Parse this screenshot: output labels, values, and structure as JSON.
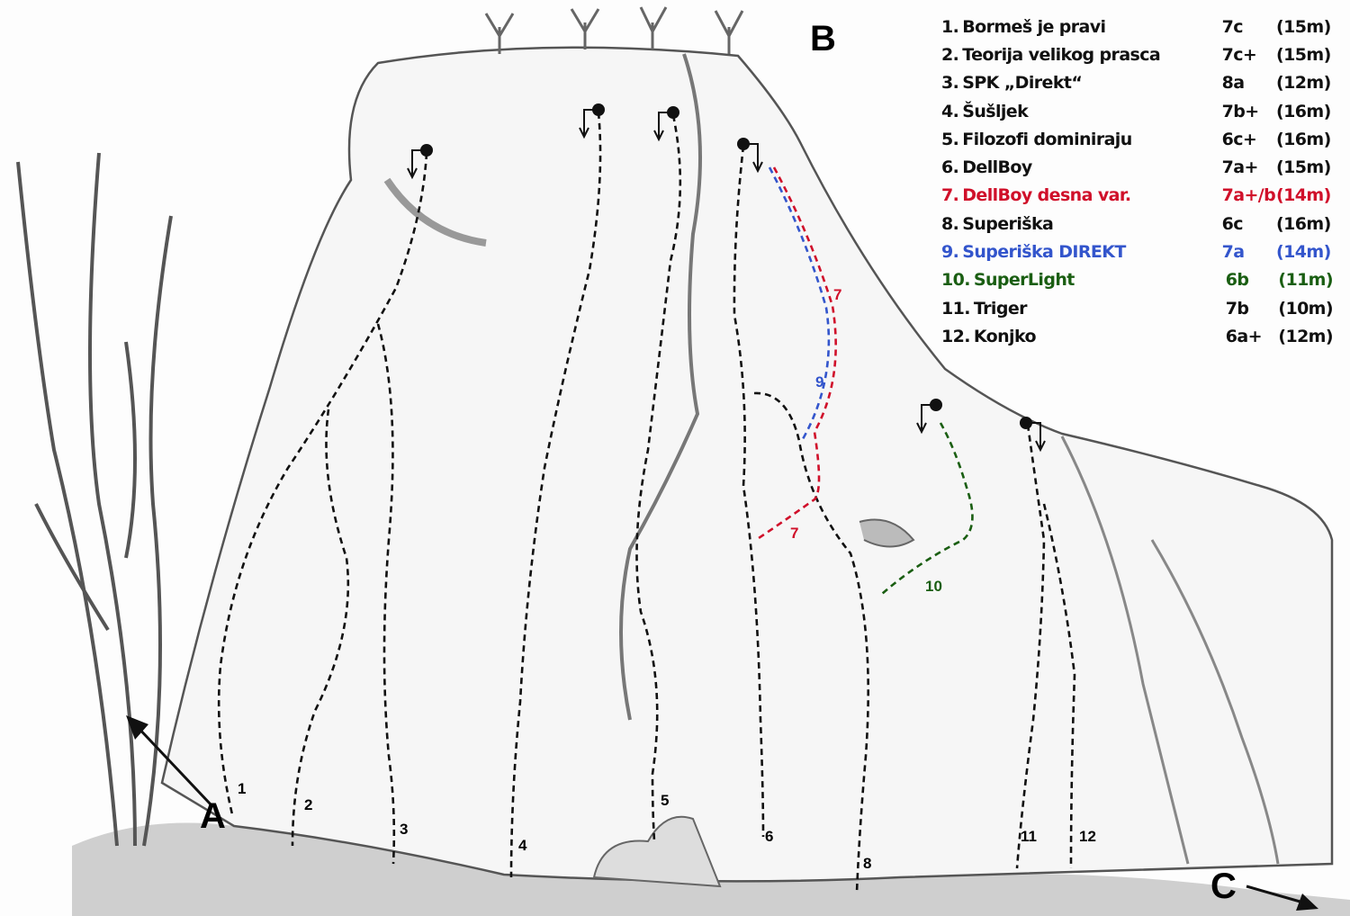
{
  "legend": [
    {
      "num": "1.",
      "name": "Bormeš je pravi",
      "grade": "7c",
      "length": "(15m)",
      "color": "#111111"
    },
    {
      "num": "2.",
      "name": "Teorija velikog prasca",
      "grade": "7c+",
      "length": "(15m)",
      "color": "#111111"
    },
    {
      "num": "3.",
      "name": "SPK „Direkt“",
      "grade": "8a",
      "length": "(12m)",
      "color": "#111111"
    },
    {
      "num": "4.",
      "name": "Šušljek",
      "grade": "7b+",
      "length": "(16m)",
      "color": "#111111"
    },
    {
      "num": "5.",
      "name": "Filozofi dominiraju",
      "grade": "6c+",
      "length": "(16m)",
      "color": "#111111"
    },
    {
      "num": "6.",
      "name": "DellBoy",
      "grade": "7a+",
      "length": "(15m)",
      "color": "#111111"
    },
    {
      "num": "7.",
      "name": "DellBoy desna var.",
      "grade": "7a+/b",
      "length": "(14m)",
      "color": "#d0102a"
    },
    {
      "num": "8.",
      "name": "Superiška",
      "grade": "6c",
      "length": "(16m)",
      "color": "#111111"
    },
    {
      "num": "9.",
      "name": "Superiška DIREKT",
      "grade": "7a",
      "length": "(14m)",
      "color": "#3355cc"
    },
    {
      "num": "10.",
      "name": "SuperLight",
      "grade": "6b",
      "length": "(11m)",
      "color": "#1a5e12"
    },
    {
      "num": "11.",
      "name": "Triger",
      "grade": "7b",
      "length": "(10m)",
      "color": "#111111"
    },
    {
      "num": "12.",
      "name": "Konjko",
      "grade": "6a+",
      "length": "(12m)",
      "color": "#111111"
    }
  ],
  "topo_labels": {
    "r1": "1",
    "r2": "2",
    "r3": "3",
    "r4": "4",
    "r5": "5",
    "r6": "6",
    "r7a": "7",
    "r7b": "7",
    "r8": "8",
    "r9": "9",
    "r10": "10",
    "r11": "11",
    "r12": "12"
  },
  "markers": {
    "a": "A",
    "b": "B",
    "c": "C"
  },
  "colors": {
    "red": "#d0102a",
    "blue": "#3355cc",
    "green": "#1a5e12",
    "black": "#111111"
  }
}
